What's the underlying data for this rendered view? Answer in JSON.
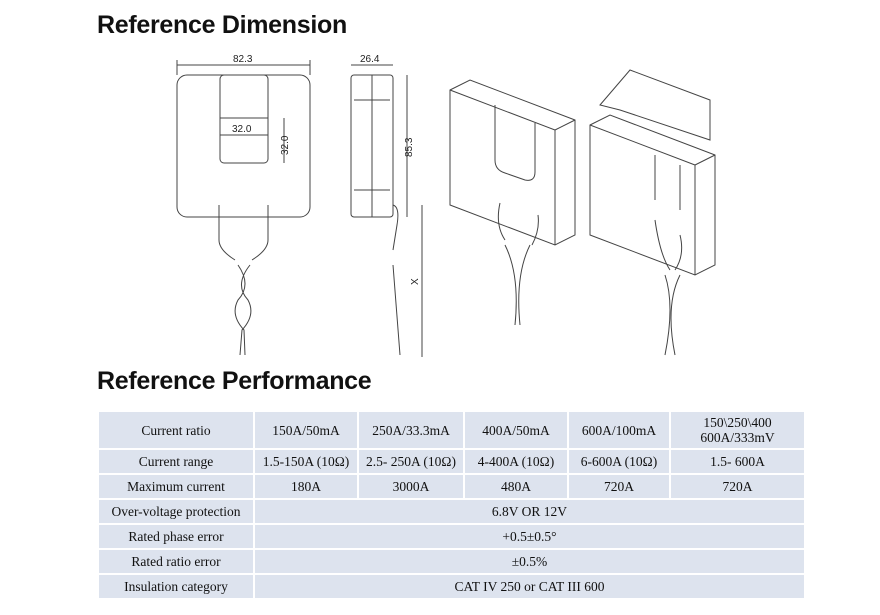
{
  "sections": {
    "dimension_title": "Reference Dimension",
    "performance_title": "Reference Performance"
  },
  "drawing": {
    "width_label": "82.3",
    "window_width_label": "32.0",
    "window_height_label": "32.0",
    "depth_label": "26.4",
    "height_label": "85.3",
    "lead_length_label": "X"
  },
  "table": {
    "rows": [
      {
        "label": "Current ratio",
        "cells": [
          "150A/50mA",
          "250A/33.3mA",
          "400A/50mA",
          "600A/100mA",
          "150\\250\\400 600A/333mV"
        ]
      },
      {
        "label": "Current range",
        "cells": [
          "1.5-150A (10Ω)",
          "2.5- 250A (10Ω)",
          "4-400A (10Ω)",
          "6-600A (10Ω)",
          "1.5- 600A"
        ]
      },
      {
        "label": "Maximum current",
        "cells": [
          "180A",
          "3000A",
          "480A",
          "720A",
          "720A"
        ]
      },
      {
        "label": "Over-voltage protection",
        "span": "6.8V OR 12V"
      },
      {
        "label": "Rated phase error",
        "span": "+0.5±0.5°"
      },
      {
        "label": "Rated ratio error",
        "span": "±0.5%"
      },
      {
        "label": "Insulation category",
        "span": "CAT IV 250 or CAT III 600"
      }
    ]
  }
}
